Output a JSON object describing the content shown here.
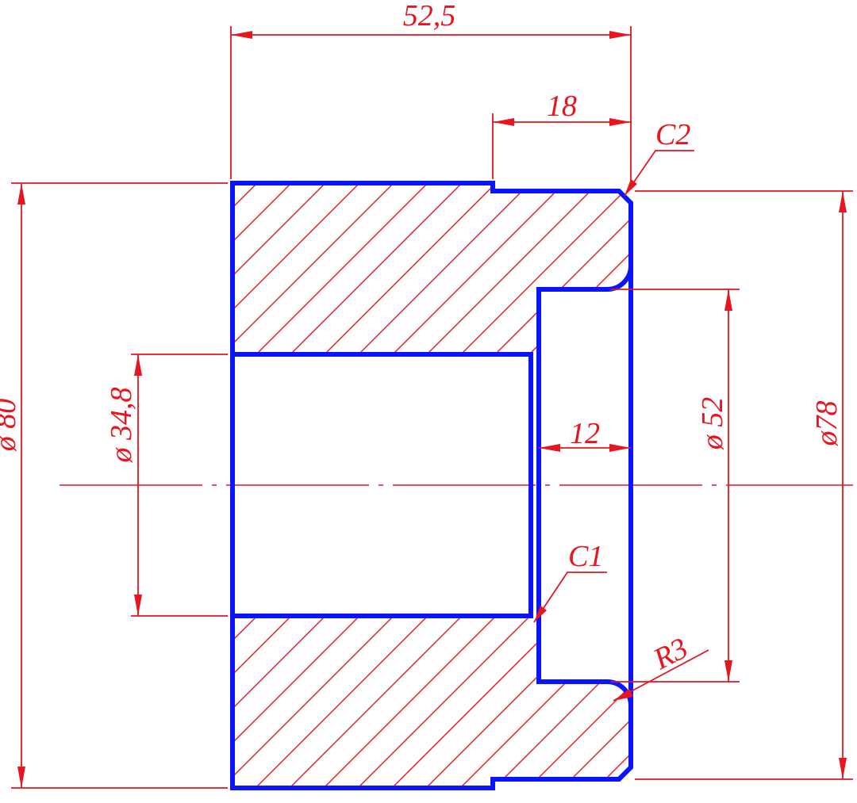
{
  "drawing": {
    "colors": {
      "outline": "#0a14ff",
      "dimension": "#e8141e",
      "background": "#ffffff"
    },
    "dimensions": {
      "overall_length": "52,5",
      "step_length": "18",
      "counterbore_depth": "12",
      "outer_diameter": "ø 80",
      "step_diameter": "ø78",
      "counterbore_diameter": "ø 52",
      "bore_diameter": "ø 34,8",
      "chamfer_outer": "C2",
      "chamfer_inner": "C1",
      "fillet_radius": "R3"
    }
  }
}
